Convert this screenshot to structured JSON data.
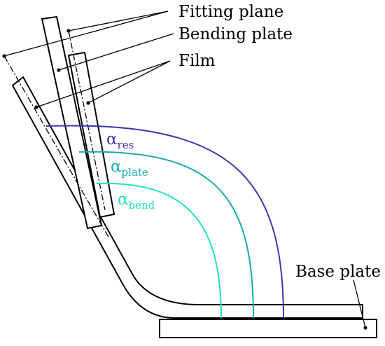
{
  "labels": {
    "fitting_plane": "Fitting plane",
    "bending_plate": "Bending plate",
    "film": "Film",
    "base_plate": "Base plate"
  },
  "angles": {
    "res": {
      "symbol": "α",
      "subscript": "res",
      "color": "#3a35b0"
    },
    "plate": {
      "symbol": "α",
      "subscript": "plate",
      "color": "#1aaab0"
    },
    "bend": {
      "symbol": "α",
      "subscript": "bend",
      "color": "#22e0c0"
    }
  },
  "colors": {
    "outline": "#000000"
  }
}
